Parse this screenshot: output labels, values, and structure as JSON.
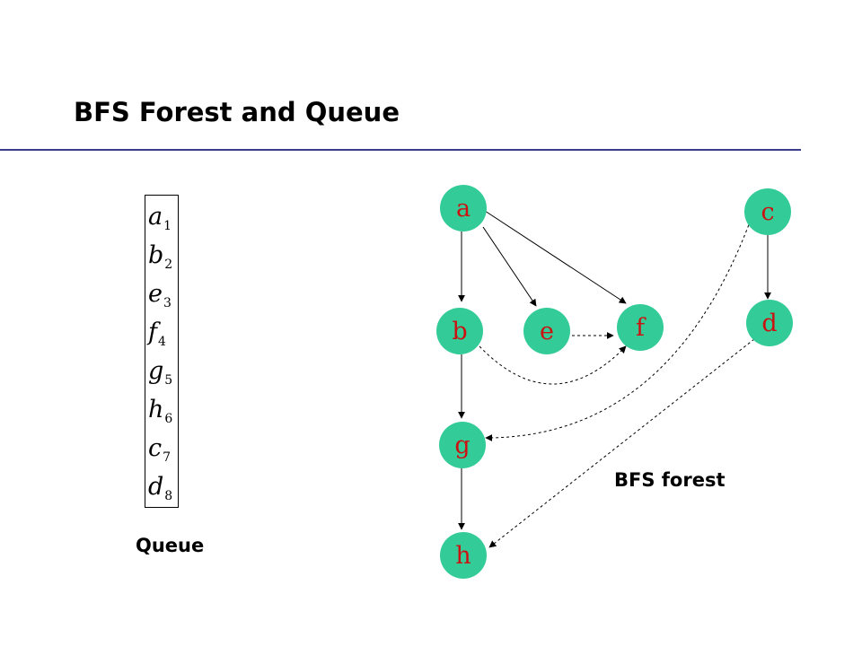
{
  "title": "BFS Forest and Queue",
  "queue": {
    "label": "Queue",
    "items": [
      {
        "letter": "a",
        "index": "1"
      },
      {
        "letter": "b",
        "index": "2"
      },
      {
        "letter": "e",
        "index": "3"
      },
      {
        "letter": "f",
        "index": "4"
      },
      {
        "letter": "g",
        "index": "5"
      },
      {
        "letter": "h",
        "index": "6"
      },
      {
        "letter": "c",
        "index": "7"
      },
      {
        "letter": "d",
        "index": "8"
      }
    ]
  },
  "forest": {
    "label": "BFS forest",
    "node_color": "#33cc99",
    "label_color": "#cc1111",
    "nodes": [
      "a",
      "b",
      "e",
      "f",
      "g",
      "h",
      "c",
      "d"
    ],
    "tree_edges": [
      [
        "a",
        "b"
      ],
      [
        "a",
        "e"
      ],
      [
        "a",
        "f"
      ],
      [
        "b",
        "g"
      ],
      [
        "g",
        "h"
      ],
      [
        "c",
        "d"
      ]
    ],
    "nontree_edges": [
      [
        "e",
        "f"
      ],
      [
        "b",
        "f"
      ],
      [
        "c",
        "g"
      ],
      [
        "d",
        "h"
      ]
    ]
  }
}
